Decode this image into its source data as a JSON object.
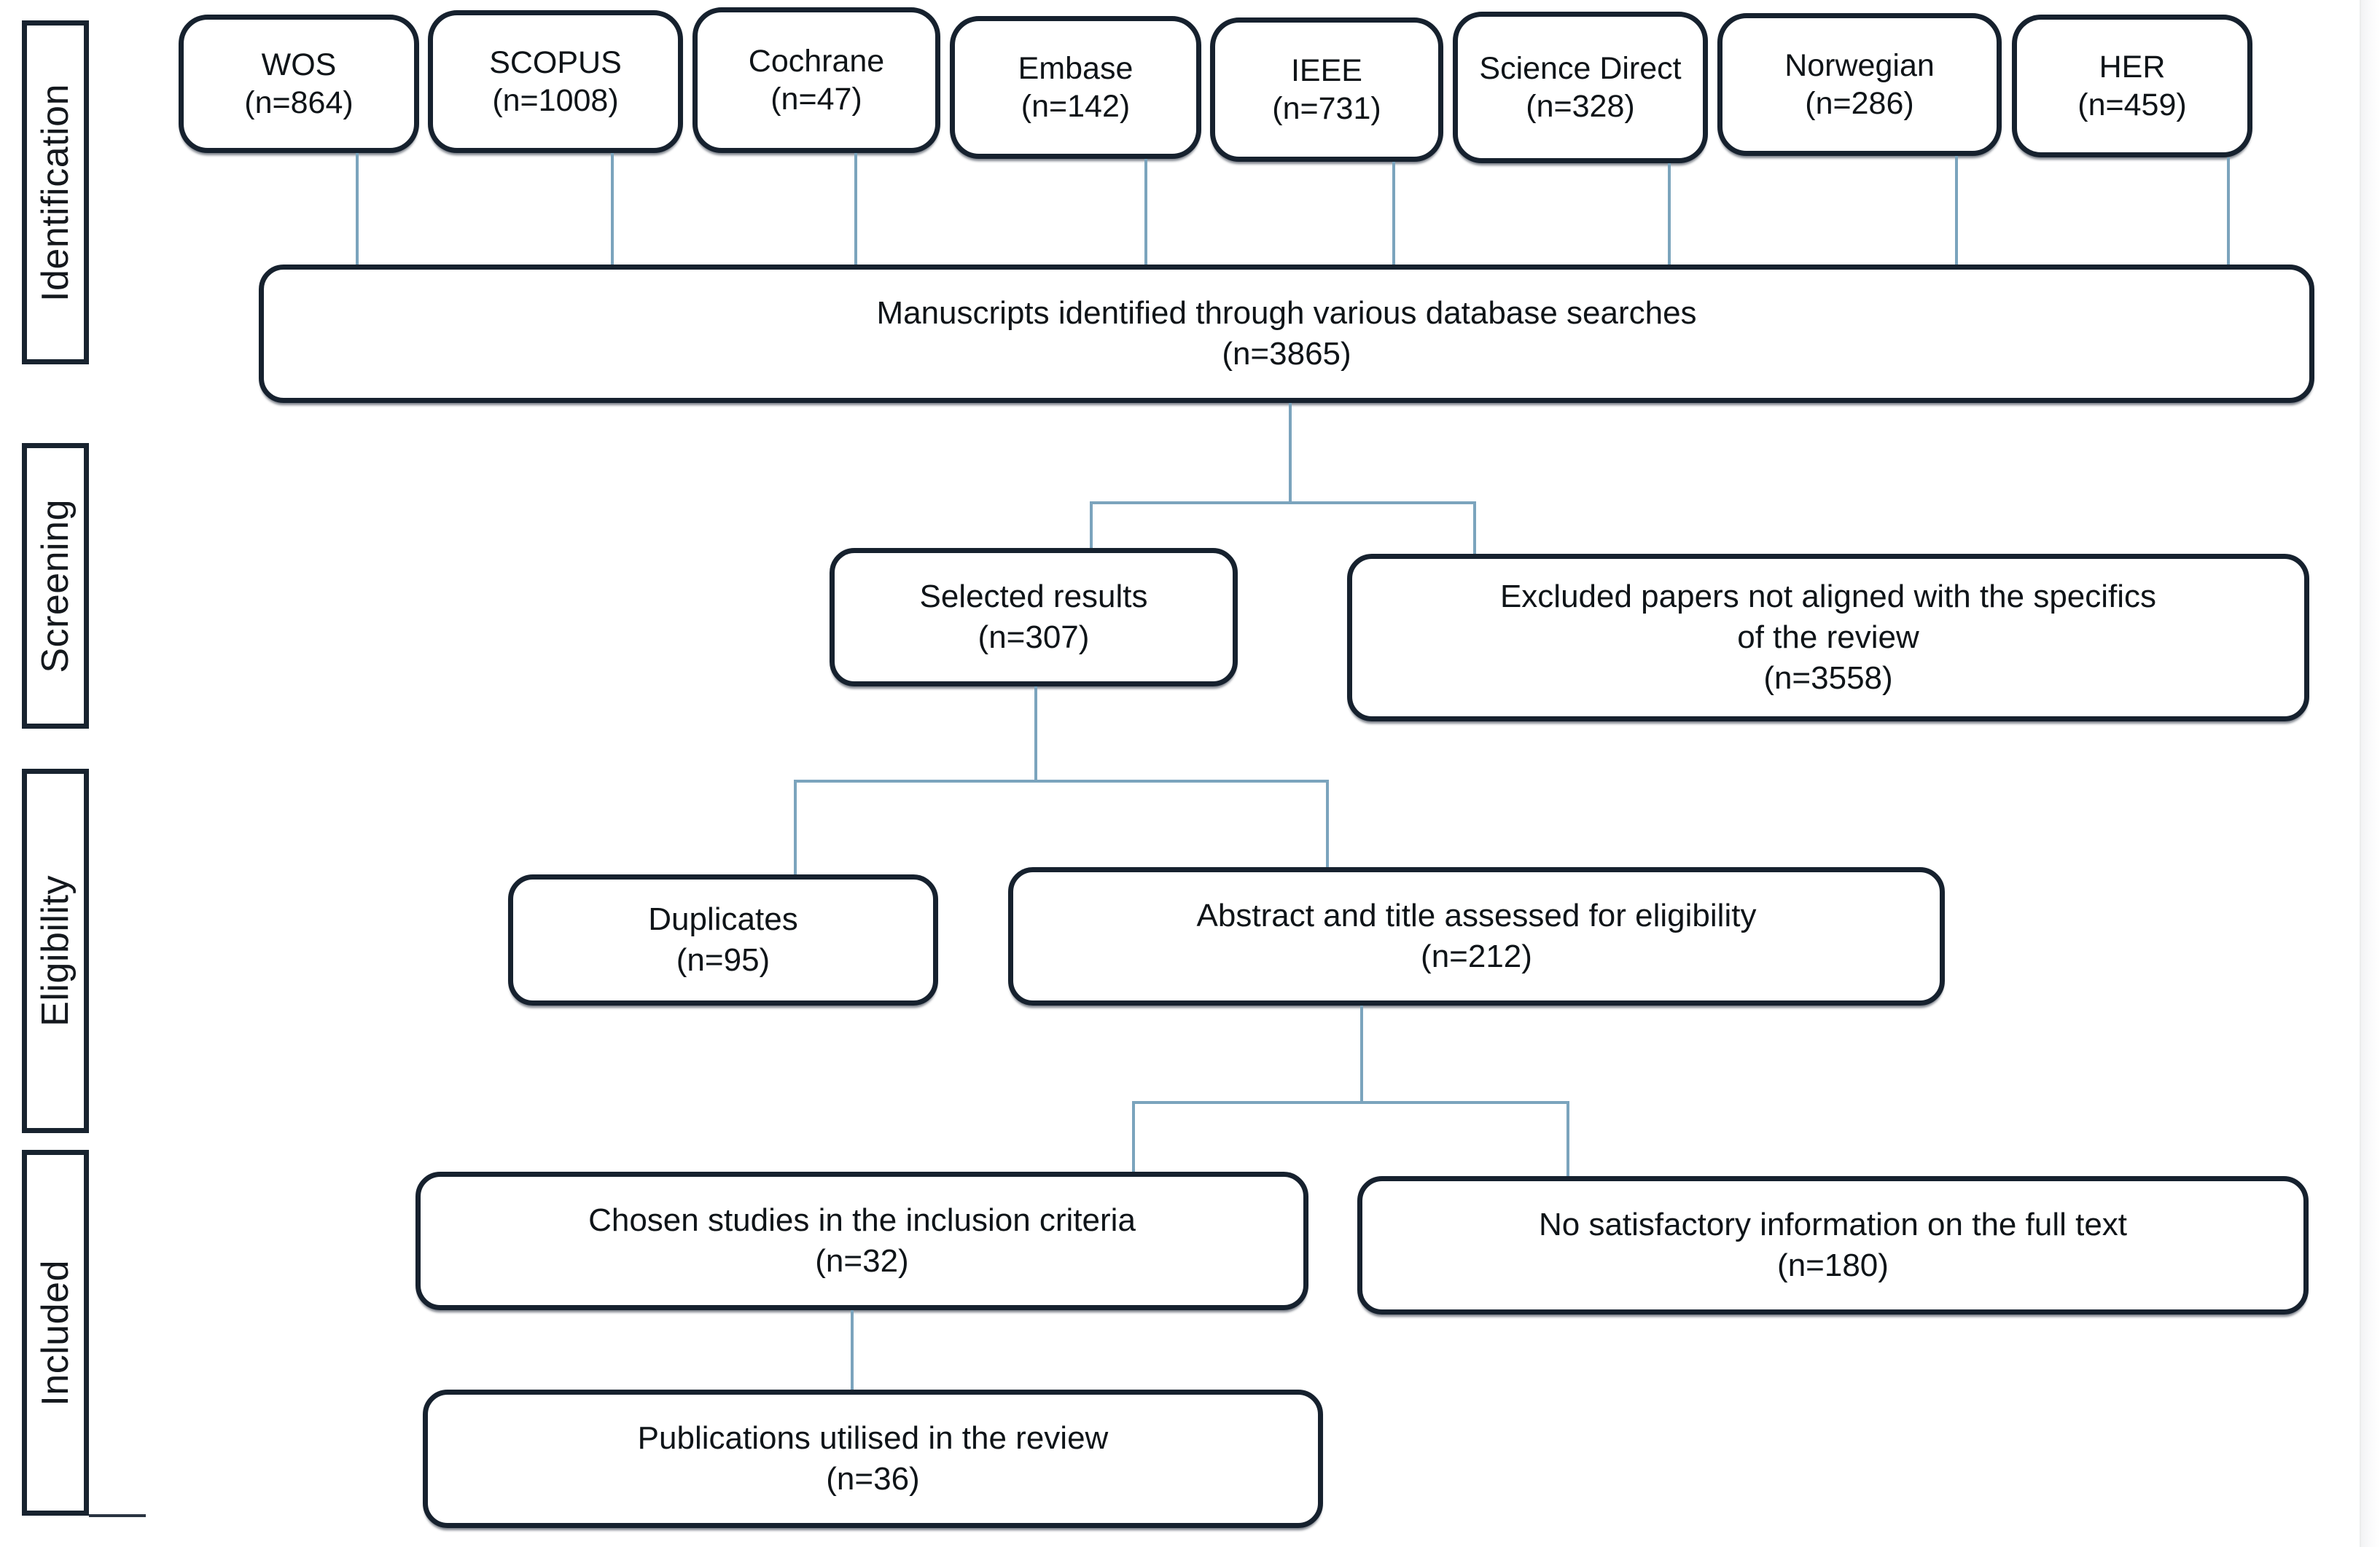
{
  "diagram": {
    "type": "prisma-flow-diagram",
    "accent_connector_color": "#7ba4bd",
    "node_border_color": "#16212e",
    "stages": [
      {
        "id": "identification",
        "label": "Identification"
      },
      {
        "id": "screening",
        "label": "Screening"
      },
      {
        "id": "eligibility",
        "label": "Eligibility"
      },
      {
        "id": "included",
        "label": "Included"
      }
    ],
    "databases": [
      {
        "name": "WOS",
        "count": "(n=864)"
      },
      {
        "name": "SCOPUS",
        "count": "(n=1008)"
      },
      {
        "name": "Cochrane",
        "count": "(n=47)"
      },
      {
        "name": "Embase",
        "count": "(n=142)"
      },
      {
        "name": "IEEE",
        "count": "(n=731)"
      },
      {
        "name": "Science Direct",
        "count": "(n=328)"
      },
      {
        "name": "Norwegian",
        "count": "(n=286)"
      },
      {
        "name": "HER",
        "count": "(n=459)"
      }
    ],
    "nodes": {
      "identified": {
        "line1": "Manuscripts identified through various database searches",
        "line2": "(n=3865)"
      },
      "selected_results": {
        "line1": "Selected results",
        "line2": "(n=307)"
      },
      "excluded_papers": {
        "line1": "Excluded papers not aligned with the specifics",
        "line2": "of the review",
        "line3": "(n=3558)"
      },
      "duplicates": {
        "line1": "Duplicates",
        "line2": "(n=95)"
      },
      "abstract_title": {
        "line1": "Abstract and title assessed for eligibility",
        "line2": "(n=212)"
      },
      "chosen_studies": {
        "line1": "Chosen studies in the inclusion criteria",
        "line2": "(n=32)"
      },
      "no_info": {
        "line1": "No satisfactory information on the full text",
        "line2": "(n=180)"
      },
      "publications": {
        "line1": "Publications utilised in the review",
        "line2": "(n=36)"
      }
    }
  }
}
